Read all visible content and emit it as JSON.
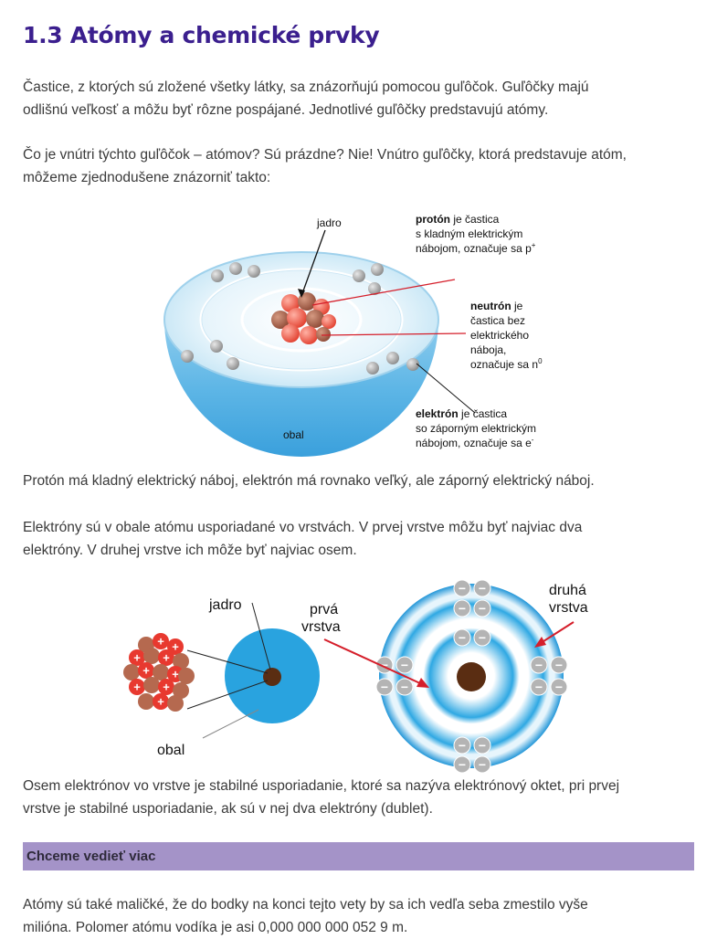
{
  "heading": "1.3 Atómy a chemické prvky",
  "paragraphs": {
    "p1_line1": "Častice, z ktorých sú zložené všetky látky, sa znázorňujú pomocou guľôčok. Guľôčky majú",
    "p1_line2": "odlišnú veľkosť a môžu byť rôzne pospájané. Jednotlivé guľôčky predstavujú atómy.",
    "p2_line1": "Čo je vnútri týchto guľôčok – atómov? Sú prázdne? Nie! Vnútro guľôčky, ktorá predstavuje atóm,",
    "p2_line2": "môžeme zjednodušene znázorniť takto:",
    "p3": "Protón má kladný elektrický náboj, elektrón má rovnako veľký, ale záporný elektrický náboj.",
    "p4_line1": "Elektróny sú v obale atómu usporiadané vo vrstvách. V prvej vrstve môžu byť najviac dva",
    "p4_line2": "elektróny. V druhej vrstve ich môže byť najviac osem.",
    "p5_line1": "Osem elektrónov vo vrstve je stabilné usporiadanie, ktoré sa nazýva elektrónový oktet, pri prvej",
    "p5_line2": "vrstve je stabilné usporiadanie, ak sú v nej dva elektróny (dublet).",
    "p6_line1": "Atómy sú také maličké, že do bodky na konci tejto vety by sa ich vedľa seba zmestilo vyše",
    "p6_line2": "milióna. Polomer atómu vodíka je asi 0,000 000 000 052 9 m."
  },
  "figure1": {
    "jadro": "jadro",
    "obal": "obal",
    "proton_bold": "protón",
    "proton_l1_rest": " je častica",
    "proton_l2": "s kladným elektrickým",
    "proton_l3": "nábojom, označuje sa p",
    "proton_sup": "+",
    "neutron_bold": "neutrón",
    "neutron_l1_rest": " je",
    "neutron_l2": "častica bez",
    "neutron_l3": "elektrického",
    "neutron_l4": "náboja,",
    "neutron_l5": "označuje sa n",
    "neutron_sup": "0",
    "electron_bold": "elektrón",
    "electron_l1_rest": " je častica",
    "electron_l2": "so záporným elektrickým",
    "electron_l3": "nábojom, označuje sa e",
    "electron_sup": "-"
  },
  "figure2": {
    "jadro": "jadro",
    "obal": "obal",
    "prva_l1": "prvá",
    "prva_l2": "vrstva",
    "druha_l1": "druhá",
    "druha_l2": "vrstva",
    "plus": "+",
    "minus": "−"
  },
  "infobox": {
    "title": "Chceme vedieť viac"
  },
  "colors": {
    "heading": "#3b1f8e",
    "infobox_bg": "#a493c8",
    "atom_blue": "#29a3df",
    "arrow_red": "#d51e2a"
  }
}
